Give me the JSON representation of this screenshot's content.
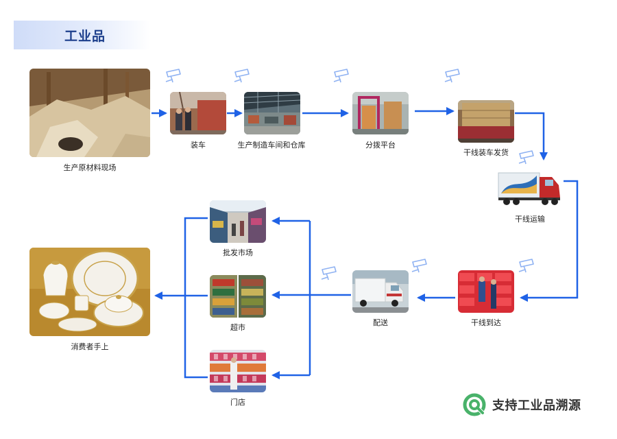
{
  "title": "工业品",
  "steps": {
    "raw_material": "生产原材料现场",
    "loading": "装车",
    "workshop": "生产制造车间和仓库",
    "sorting": "分拨平台",
    "trunk_dispatch": "干线装车发货",
    "trunk_transport": "干线运输",
    "trunk_arrival": "干线到达",
    "delivery": "配送",
    "wholesale": "批发市场",
    "supermarket": "超市",
    "store": "门店",
    "consumer": "消费者手上"
  },
  "footer": {
    "text": "支持工业品溯源"
  },
  "colors": {
    "arrow": "#1f62e6",
    "camera": "#8fb2f2",
    "logo": "#49b26a",
    "title_bg": "#d5e1fb"
  },
  "icons": {
    "camera": "surveillance-camera-icon",
    "logo": "traceability-logo-icon"
  }
}
